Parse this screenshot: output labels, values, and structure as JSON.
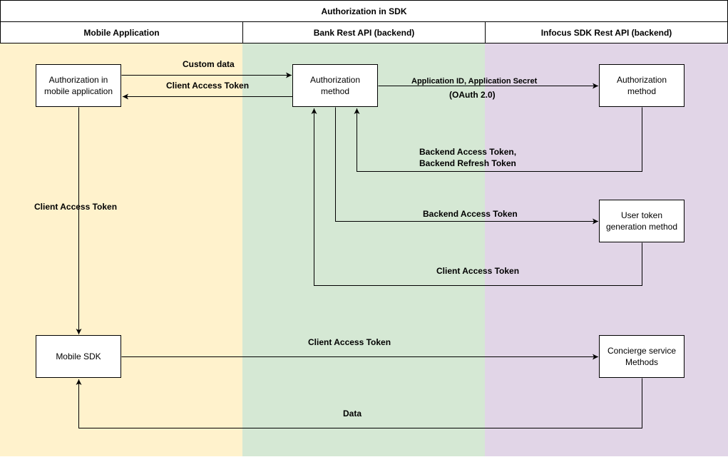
{
  "diagram": {
    "title": "Authorization in SDK",
    "lanes": [
      {
        "label": "Mobile Application",
        "color": "#fff2cc"
      },
      {
        "label": "Bank Rest API (backend)",
        "color": "#d5e8d4"
      },
      {
        "label": "Infocus SDK Rest API (backend)",
        "color": "#e1d5e7"
      }
    ],
    "nodes": {
      "mobile_auth": "Authorization in\nmobile application",
      "bank_auth": "Authorization\nmethod",
      "sdk_auth": "Authorization\nmethod",
      "user_token": "User token\ngeneration method",
      "mobile_sdk": "Mobile SDK",
      "concierge": "Concierge service\nMethods"
    },
    "edges": {
      "custom_data": "Custom data",
      "client_token_back": "Client Access Token",
      "app_credentials": "Application ID, Application Secret",
      "oauth": "(OAuth 2.0)",
      "backend_tokens": "Backend  Access Token,\nBackend  Refresh Token",
      "backend_access": "Backend Access Token",
      "client_token_return": "Client Access Token",
      "client_token_down": "Client Access Token",
      "client_token_concierge": "Client Access Token",
      "data": "Data"
    },
    "colors": {
      "line": "#000000",
      "node_fill": "#ffffff"
    }
  }
}
